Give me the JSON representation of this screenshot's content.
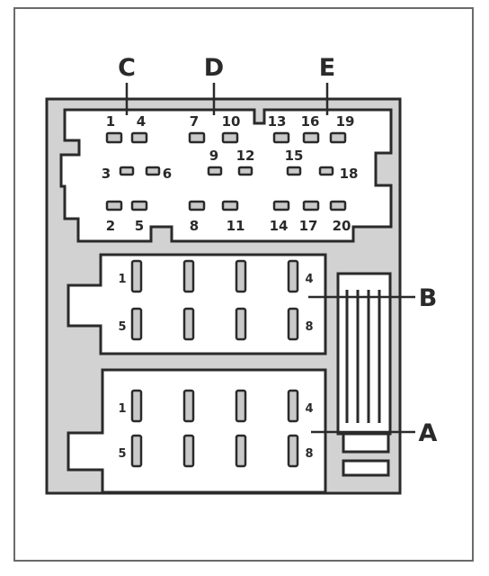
{
  "connector_letters": [
    "C",
    "D",
    "E"
  ],
  "side_letters": [
    "B",
    "A"
  ],
  "top_row_numbers": [
    "1",
    "4",
    "7",
    "10",
    "13",
    "16",
    "19"
  ],
  "middle_row_numbers": [
    "3",
    "6",
    "9",
    "12",
    "15",
    "18"
  ],
  "bottom_row_numbers": [
    "2",
    "5",
    "8",
    "11",
    "14",
    "17",
    "20"
  ],
  "block_b_numbers": [
    "1",
    "4",
    "5",
    "8"
  ],
  "block_a_numbers": [
    "1",
    "4",
    "5",
    "8"
  ],
  "colors": {
    "stroke": "#2a2a2a",
    "fill": "#c9c9c9",
    "background": "#ffffff"
  }
}
